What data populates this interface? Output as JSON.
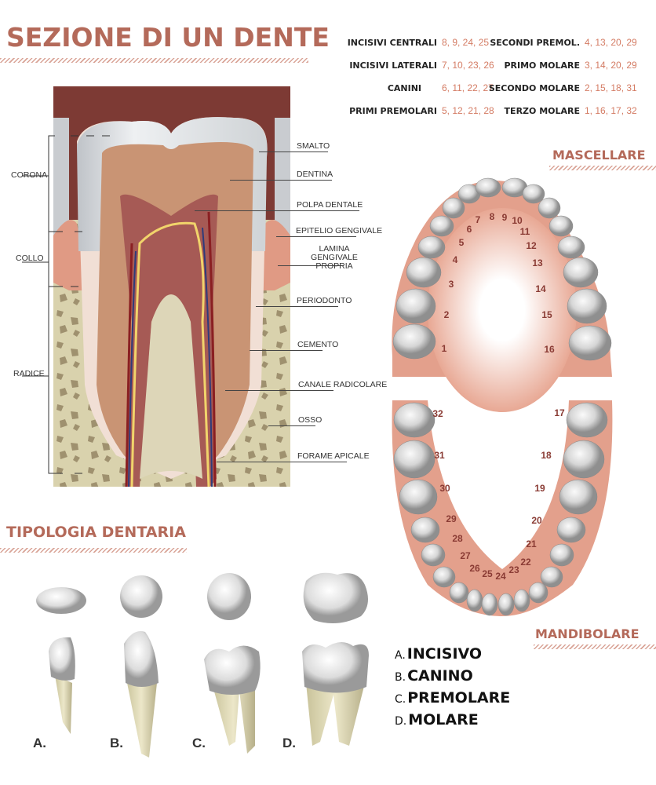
{
  "title": "SEZIONE DI UN DENTE",
  "types_table": [
    {
      "label": "INCISIVI CENTRALI",
      "values": "8, 9, 24, 25"
    },
    {
      "label": "INCISIVI LATERALI",
      "values": "7, 10, 23, 26"
    },
    {
      "label": "CANINI",
      "values": "6, 11, 22, 27"
    },
    {
      "label": "PRIMI PREMOLARI",
      "values": "5, 12, 21, 28"
    },
    {
      "label": "SECONDI PREMOL.",
      "values": "4, 13, 20, 29"
    },
    {
      "label": "PRIMO MOLARE",
      "values": "3, 14, 20, 29"
    },
    {
      "label": "SECONDO MOLARE",
      "values": "2, 15, 18, 31"
    },
    {
      "label": "TERZO MOLARE",
      "values": "1, 16, 17, 32"
    }
  ],
  "section_left_labels": [
    "CORONA",
    "COLLO",
    "RADICE"
  ],
  "section_right_labels": [
    "SMALTO",
    "DENTINA",
    "POLPA DENTALE",
    "EPITELIO GENGIVALE",
    "LAMINA GENGIVALE PROPRIA",
    "PERIODONTO",
    "CEMENTO",
    "CANALE RADICOLARE",
    "OSSO",
    "FORAME APICALE"
  ],
  "upper_arch": {
    "title": "MASCELLARE",
    "numbers": [
      "1",
      "2",
      "3",
      "4",
      "5",
      "6",
      "7",
      "8",
      "9",
      "10",
      "11",
      "12",
      "13",
      "14",
      "15",
      "16"
    ]
  },
  "lower_arch": {
    "title": "MANDIBOLARE",
    "numbers": [
      "17",
      "18",
      "19",
      "20",
      "21",
      "22",
      "23",
      "24",
      "25",
      "26",
      "27",
      "28",
      "29",
      "30",
      "31",
      "32"
    ]
  },
  "typology": {
    "title": "TIPOLOGIA DENTARIA",
    "letters": [
      "A.",
      "B.",
      "C.",
      "D."
    ],
    "legend": [
      {
        "letter": "A.",
        "name": "INCISIVO"
      },
      {
        "letter": "B.",
        "name": "CANINO"
      },
      {
        "letter": "C.",
        "name": "PREMOLARE"
      },
      {
        "letter": "D.",
        "name": "MOLARE"
      }
    ]
  },
  "colors": {
    "accent": "#b46a5a",
    "number": "#d47c64",
    "gum": "#e3a08c",
    "bone": "#d9d2ad",
    "dentin": "#c99474"
  }
}
